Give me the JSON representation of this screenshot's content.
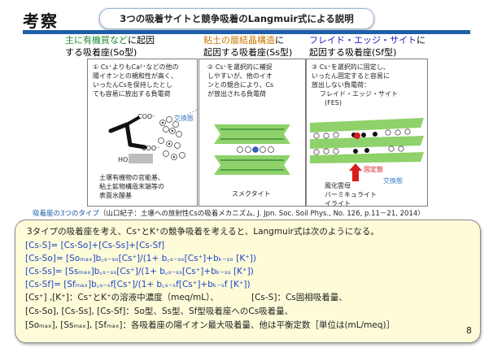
{
  "slide": {
    "title": "考察",
    "banner": "3つの吸着サイトと競争吸着のLangmuir式による説明",
    "page_number": "8"
  },
  "columns": [
    {
      "title_line1_a": "主に有機質など",
      "title_line1_b": "に起因",
      "title_line2": "する吸着座(So型)",
      "text": [
        "① Cs⁺よりもCa²⁺などの他の",
        "陽イオンとの親和性が高く、",
        "いったんCsを保持したとし",
        "ても容易に放出する負電荷"
      ],
      "labels": {
        "coo1": "COO⁻",
        "coo2": "COO⁻",
        "ho": "HO",
        "exchange": "交換態"
      },
      "bottom": [
        "土壌有機物の官能基、",
        "粘土鉱物構造末端等の",
        "表面水酸基"
      ]
    },
    {
      "title_line1_a": "粘土の層結晶構造",
      "title_line1_b": "に",
      "title_line2": "起因する吸着座(Ss型)",
      "text": [
        "② Cs⁺を選択的に補捉",
        "しやすいが、他のイオ",
        "ンとの競合により、Cs",
        "が放出される負電荷"
      ],
      "bottom": [
        "スメクタイト"
      ]
    },
    {
      "title_line1_a": "フレイド・エッジ・サイト",
      "title_line1_b": "に",
      "title_line2": "起因する吸着座(Sf型)",
      "text": [
        "③ Cs⁺を選択的に固定し、",
        "いったん固定すると容易に",
        "放出しない負電荷：",
        "フレイド・エッジ・サイト",
        "(FES)"
      ],
      "labels": {
        "fixed": "固定態",
        "exchange": "交換態"
      },
      "bottom": [
        "風化雲母",
        "バーミキュライト",
        "イライト"
      ]
    }
  ],
  "caption": {
    "highlight": "吸着座の3つのタイプ",
    "rest": "（山口紀子：土壌への放射性Csの吸着メカニズム, J. Jpn. Soc. Soil Phys., No. 126, p.11－21, 2014）"
  },
  "equations": {
    "intro": "3タイプの吸着座を考え、Cs⁺とK⁺の競争吸着を考えると、Langmuir式は次のようになる。",
    "eq1": "[Cs-S]= [Cs-So]+[Cs-Ss]+[Cs-Sf]",
    "eq2": "[Cs-So]= [Soₘₐₓ]b꜀ₛ₋ₛₒ[Cs⁺]/(1+ b꜀ₛ₋ₛₒ[Cs⁺]+bₖ₋ₛₒ [K⁺])",
    "eq3": "[Cs-Ss]= [Ssₘₐₓ]b꜀ₛ₋ₛₛ[Cs⁺]/(1+ b꜀ₛ₋ₛₛ[Cs⁺]+bₖ₋ₛₛ [K⁺])",
    "eq4": "[Cs-Sf]= [Sfₘₐₓ]b꜀ₛ₋ₛf[Cs⁺]/(1+ b꜀ₛ₋ₛf[Cs⁺]+bₖ₋ₛf [K⁺])",
    "def1a": "[Cs⁺] ,[K⁺]：Cs⁺とK⁺の溶液中濃度（meq/mL）、",
    "def1b": "[Cs-S]：Cs固相吸着量、",
    "def2": "[Cs-So], [Cs-Ss], [Cs-Sf]：So型、Ss型、Sf型吸着座へのCs吸着量、",
    "def3": "[Soₘₐₓ], [Ssₘₐₓ], [Sfₘₐₓ]：各吸着座の陽イオン最大吸着量、他は平衡定数［単位は(mL/meq)］"
  },
  "colors": {
    "accent_bar": "#1f5fa8",
    "green": "#1c8a2e",
    "orange": "#c87800",
    "blue": "#2020c0",
    "eq_blue": "#1f44c8",
    "box_bg": "#fdfbd8"
  }
}
